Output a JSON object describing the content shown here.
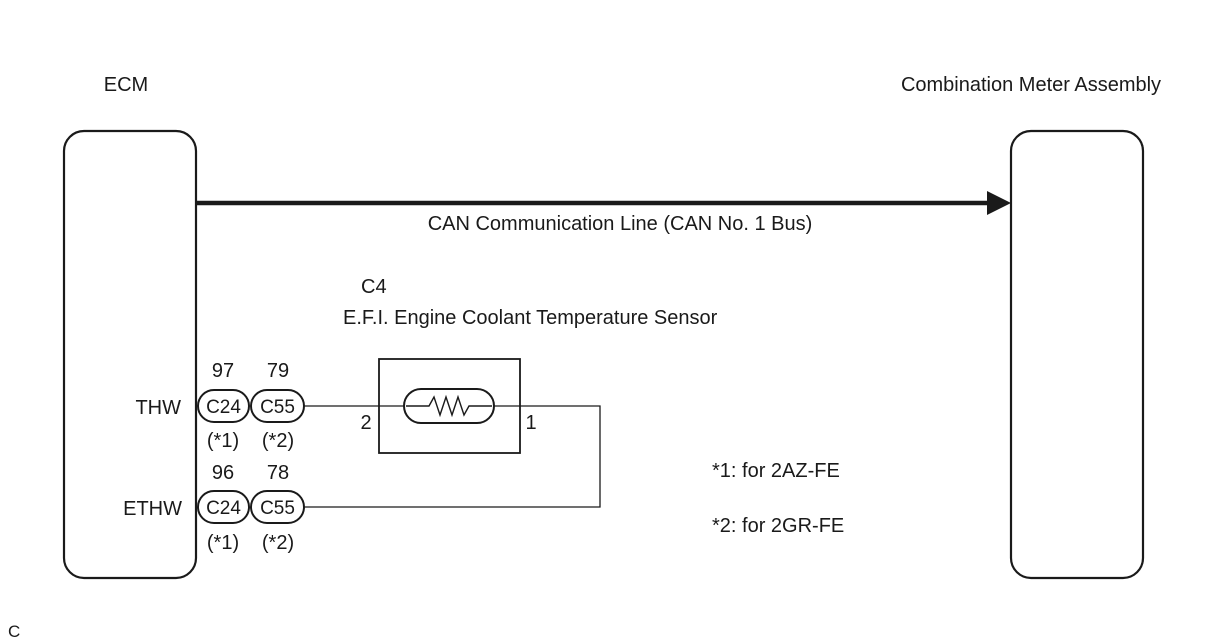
{
  "ecm": {
    "title": "ECM",
    "pin_thw": "THW",
    "pin_ethw": "ETHW"
  },
  "meter": {
    "title": "Combination Meter Assembly"
  },
  "can_line": {
    "label": "CAN Communication Line (CAN No. 1 Bus)"
  },
  "sensor": {
    "code": "C4",
    "name": "E.F.I. Engine Coolant Temperature Sensor",
    "pin_left": "2",
    "pin_right": "1"
  },
  "thw_connectors": {
    "pin_a": "97",
    "pin_b": "79",
    "conn_a": "C24",
    "conn_b": "C55",
    "note_a": "(*1)",
    "note_b": "(*2)"
  },
  "ethw_connectors": {
    "pin_a": "96",
    "pin_b": "78",
    "conn_a": "C24",
    "conn_b": "C55",
    "note_a": "(*1)",
    "note_b": "(*2)"
  },
  "notes": {
    "note1": "*1: for 2AZ-FE",
    "note2": "*2: for 2GR-FE"
  },
  "corner_label": "C"
}
